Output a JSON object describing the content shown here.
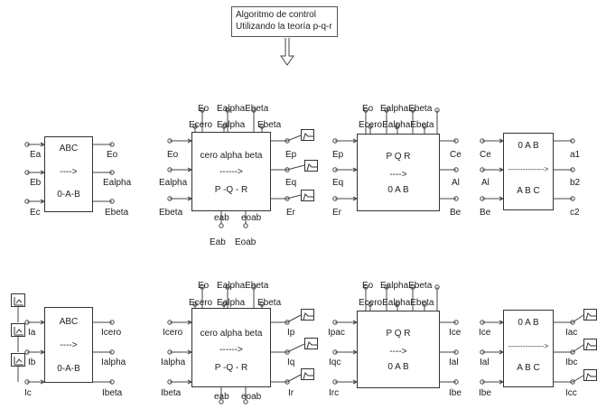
{
  "header": {
    "line1": "Algoritmo de control",
    "line2": "Utilizando la teoría p-q-r"
  },
  "row1": {
    "b1": {
      "top": "ABC",
      "mid": "---->",
      "bot": "0-A-B",
      "in": [
        "Ea",
        "Eb",
        "Ec"
      ],
      "out": [
        "Eo",
        "Ealpha",
        "Ebeta"
      ]
    },
    "b2": {
      "top": "cero alpha beta",
      "mid": "------>",
      "bot": "P -Q - R",
      "in": [
        "Eo",
        "Ealpha",
        "Ebeta"
      ],
      "out": [
        "Ep",
        "Eq",
        "Er"
      ],
      "top_labels": [
        "Eo",
        "EalphaEbeta",
        "Ecero",
        "Ealpha",
        "Ebeta"
      ],
      "bottom_labels": [
        "eab",
        "eoab",
        "Eab",
        "Eoab"
      ]
    },
    "b3": {
      "top": "P Q R",
      "mid": "---->",
      "bot": "0 A B",
      "in": [
        "Ep",
        "Eq",
        "Er"
      ],
      "out": [
        "Ce",
        "Al",
        "Be"
      ],
      "top_labels": [
        "Eo",
        "EalphaEbeta",
        "EceroEalphaEbeta"
      ]
    },
    "b4": {
      "top": "0 A B",
      "mid": "--------------->",
      "bot": "A B C",
      "in": [
        "Ce",
        "Al",
        "Be"
      ],
      "out": [
        "a1",
        "b2",
        "c2"
      ]
    }
  },
  "row2": {
    "b1": {
      "top": "ABC",
      "mid": "---->",
      "bot": "0-A-B",
      "in": [
        "Ia",
        "Ib",
        "Ic"
      ],
      "out": [
        "Icero",
        "Ialpha",
        "Ibeta"
      ]
    },
    "b2": {
      "top": "cero alpha beta",
      "mid": "------>",
      "bot": "P -Q - R",
      "in": [
        "Icero",
        "Ialpha",
        "Ibeta"
      ],
      "out": [
        "Ip",
        "Iq",
        "Ir"
      ],
      "top_labels": [
        "Eo",
        "EalphaEbeta",
        "Ecero",
        "Ealpha",
        "Ebeta"
      ],
      "bottom_labels": [
        "eab",
        "eoab"
      ]
    },
    "b3": {
      "top": "P Q R",
      "mid": "---->",
      "bot": "0 A B",
      "in": [
        "Ipac",
        "Iqc",
        "Irc"
      ],
      "out": [
        "Ice",
        "Ial",
        "Ibe"
      ],
      "top_labels": [
        "Eo",
        "EalphaEbeta",
        "EceroEalphaEbeta"
      ]
    },
    "b4": {
      "top": "0 A B",
      "mid": "--------------->",
      "bot": "A B C",
      "in": [
        "Ice",
        "Ial",
        "Ibe"
      ],
      "out": [
        "Iac",
        "Ibc",
        "Icc"
      ]
    }
  }
}
